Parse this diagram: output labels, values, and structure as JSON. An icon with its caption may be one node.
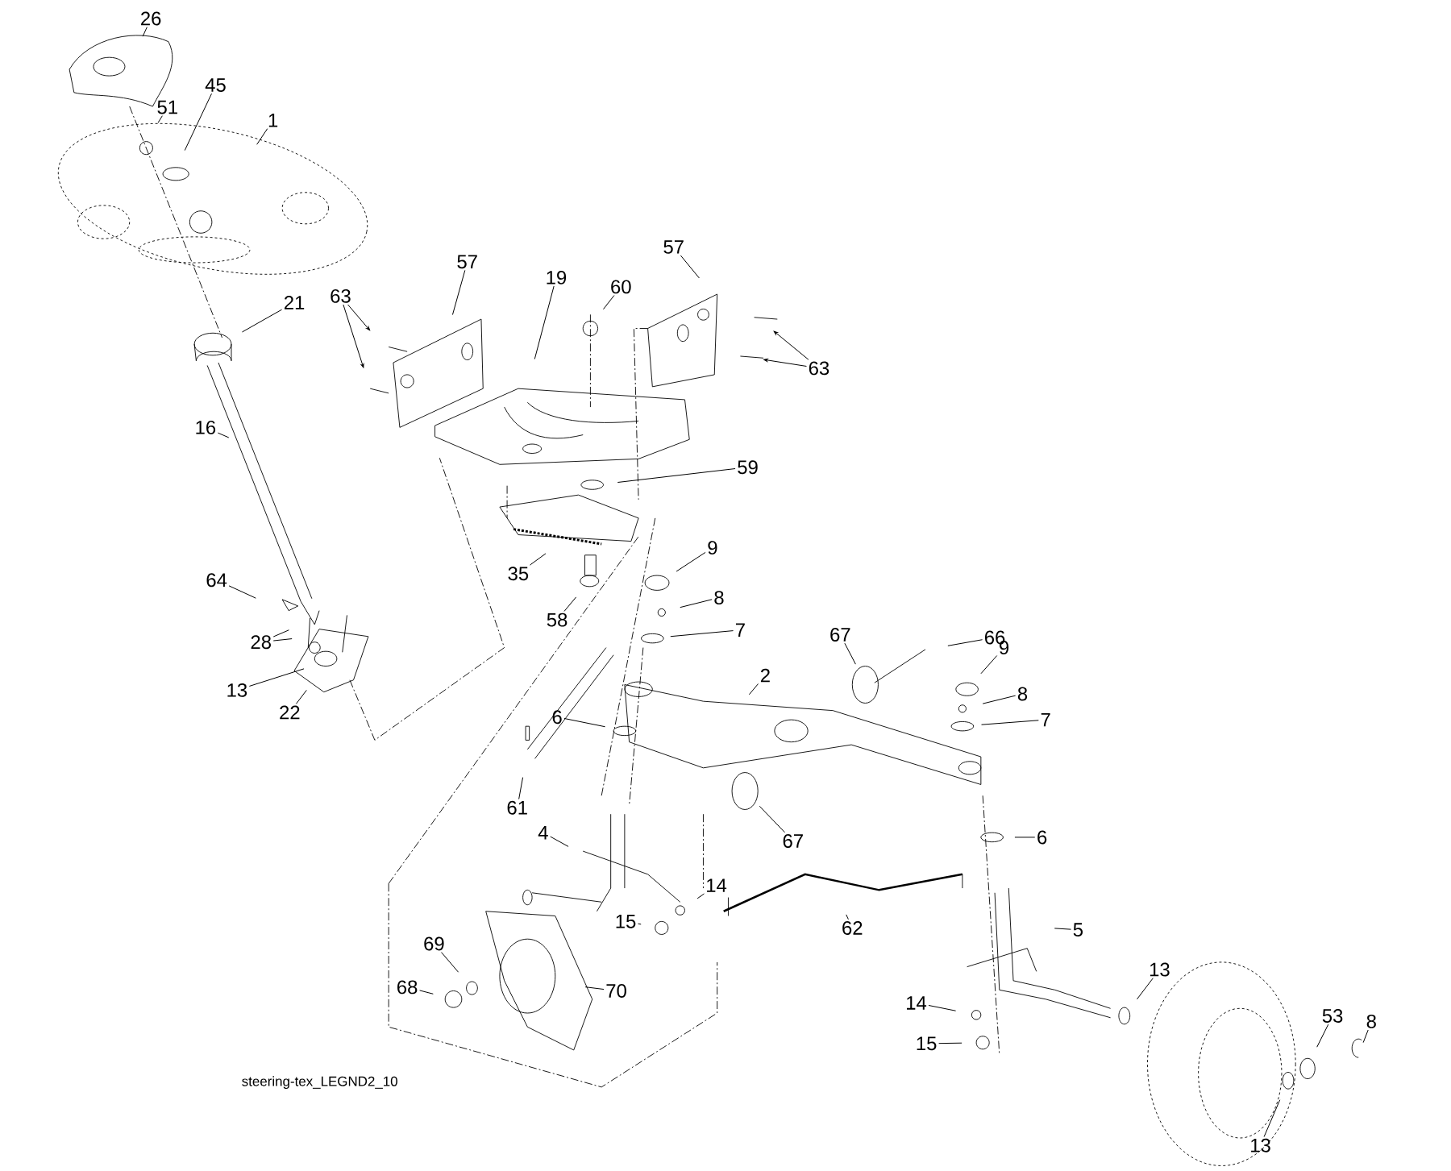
{
  "diagram": {
    "nodes": [
      {
        "text": [
          "26"
        ]
      },
      {
        "text": [
          "51"
        ]
      },
      {
        "text": [
          "45"
        ]
      },
      {
        "text": [
          "1"
        ]
      },
      {
        "text": [
          "21"
        ]
      },
      {
        "text": [
          "16"
        ]
      },
      {
        "text": [
          "57"
        ]
      },
      {
        "text": [
          "19"
        ]
      },
      {
        "text": [
          "63"
        ]
      },
      {
        "text": [
          "60"
        ]
      },
      {
        "text": [
          "57"
        ]
      },
      {
        "text": [
          "63"
        ]
      },
      {
        "text": [
          "59"
        ]
      },
      {
        "text": [
          "35"
        ]
      },
      {
        "text": [
          "58"
        ]
      },
      {
        "text": [
          "64"
        ]
      },
      {
        "text": [
          "28"
        ]
      },
      {
        "text": [
          "13"
        ]
      },
      {
        "text": [
          "22"
        ]
      },
      {
        "text": [
          "9"
        ]
      },
      {
        "text": [
          "8"
        ]
      },
      {
        "text": [
          "7"
        ]
      },
      {
        "text": [
          "67"
        ]
      },
      {
        "text": [
          "66"
        ]
      },
      {
        "text": [
          "2"
        ]
      },
      {
        "text": [
          "9"
        ]
      },
      {
        "text": [
          "8"
        ]
      },
      {
        "text": [
          "7"
        ]
      },
      {
        "text": [
          "6"
        ]
      },
      {
        "text": [
          "61"
        ]
      },
      {
        "text": [
          "67"
        ]
      },
      {
        "text": [
          "6"
        ]
      },
      {
        "text": [
          "4"
        ]
      },
      {
        "text": [
          "14"
        ]
      },
      {
        "text": [
          "15"
        ]
      },
      {
        "text": [
          "62"
        ]
      },
      {
        "text": [
          "5"
        ]
      },
      {
        "text": [
          "13"
        ]
      },
      {
        "text": [
          "69"
        ]
      },
      {
        "text": [
          "68"
        ]
      },
      {
        "text": [
          "70"
        ]
      },
      {
        "text": [
          "14"
        ]
      },
      {
        "text": [
          "15"
        ]
      },
      {
        "text": [
          "53"
        ]
      },
      {
        "text": [
          "8"
        ]
      },
      {
        "text": [
          "13"
        ]
      }
    ],
    "edges": [
      {
        "from": 0,
        "to": null,
        "arrow": "none"
      },
      {
        "from": 1,
        "to": null,
        "arrow": "none"
      },
      {
        "from": 2,
        "to": null,
        "arrow": "none"
      },
      {
        "from": 3,
        "to": null,
        "arrow": "none"
      },
      {
        "from": 4,
        "to": null,
        "arrow": "none"
      },
      {
        "from": 5,
        "to": null,
        "arrow": "none"
      },
      {
        "from": 6,
        "to": null,
        "arrow": "none"
      },
      {
        "from": 7,
        "to": null,
        "arrow": "none"
      },
      {
        "from": 8,
        "to": null,
        "arrow": "to"
      },
      {
        "from": 8,
        "to": null,
        "arrow": "to"
      },
      {
        "from": 9,
        "to": null,
        "arrow": "none"
      },
      {
        "from": 10,
        "to": null,
        "arrow": "none"
      },
      {
        "from": 11,
        "to": null,
        "arrow": "to"
      },
      {
        "from": 11,
        "to": null,
        "arrow": "to"
      },
      {
        "from": 12,
        "to": null,
        "arrow": "none"
      },
      {
        "from": 13,
        "to": null,
        "arrow": "none"
      },
      {
        "from": 14,
        "to": null,
        "arrow": "none"
      },
      {
        "from": 15,
        "to": null,
        "arrow": "none"
      },
      {
        "from": 16,
        "to": null,
        "arrow": "none"
      },
      {
        "from": 16,
        "to": null,
        "arrow": "none"
      },
      {
        "from": 17,
        "to": null,
        "arrow": "none"
      },
      {
        "from": 18,
        "to": null,
        "arrow": "none"
      },
      {
        "from": 19,
        "to": null,
        "arrow": "none"
      },
      {
        "from": 20,
        "to": null,
        "arrow": "none"
      },
      {
        "from": 21,
        "to": null,
        "arrow": "none"
      },
      {
        "from": 22,
        "to": null,
        "arrow": "none"
      },
      {
        "from": 23,
        "to": null,
        "arrow": "none"
      },
      {
        "from": 24,
        "to": null,
        "arrow": "none"
      },
      {
        "from": 25,
        "to": null,
        "arrow": "none"
      },
      {
        "from": 26,
        "to": null,
        "arrow": "none"
      },
      {
        "from": 27,
        "to": null,
        "arrow": "none"
      },
      {
        "from": 28,
        "to": null,
        "arrow": "none"
      },
      {
        "from": 29,
        "to": null,
        "arrow": "none"
      },
      {
        "from": 30,
        "to": null,
        "arrow": "none"
      },
      {
        "from": 31,
        "to": null,
        "arrow": "none"
      },
      {
        "from": 32,
        "to": null,
        "arrow": "none"
      },
      {
        "from": 33,
        "to": null,
        "arrow": "none"
      },
      {
        "from": 34,
        "to": null,
        "arrow": "none"
      },
      {
        "from": 35,
        "to": null,
        "arrow": "none"
      },
      {
        "from": 36,
        "to": null,
        "arrow": "none"
      },
      {
        "from": 37,
        "to": null,
        "arrow": "none"
      },
      {
        "from": 38,
        "to": null,
        "arrow": "none"
      },
      {
        "from": 39,
        "to": null,
        "arrow": "none"
      },
      {
        "from": 40,
        "to": null,
        "arrow": "none"
      },
      {
        "from": 41,
        "to": null,
        "arrow": "none"
      },
      {
        "from": 42,
        "to": null,
        "arrow": "none"
      },
      {
        "from": 43,
        "to": null,
        "arrow": "none"
      },
      {
        "from": 44,
        "to": null,
        "arrow": "none"
      },
      {
        "from": 45,
        "to": null,
        "arrow": "none"
      }
    ],
    "labels": [
      "steering-tex_LEGND2_10"
    ]
  }
}
